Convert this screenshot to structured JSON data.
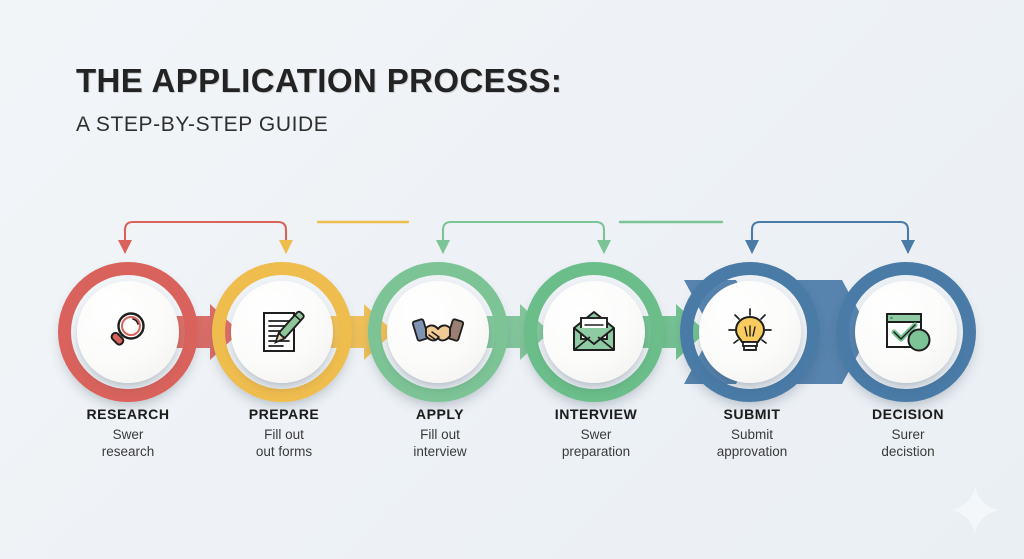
{
  "header": {
    "title": "THE APPLICATION PROCESS:",
    "subtitle": "A STEP-BY-STEP GUIDE"
  },
  "colors": {
    "background_start": "#f2f5f8",
    "background_end": "#eaeff4",
    "red": "#d9635c",
    "yellow": "#efbc4e",
    "green_light": "#7cc395",
    "green": "#6bbd8a",
    "blue": "#4a7ba7",
    "text_dark": "#1c1c1c",
    "text_body": "#3a3a3a"
  },
  "steps": [
    {
      "id": "research",
      "title": "RESEARCH",
      "desc_line1": "Swer",
      "desc_line2": "research",
      "icon": "magnifier-icon",
      "color": "#d9635c"
    },
    {
      "id": "prepare",
      "title": "PREPARE",
      "desc_line1": "Fill out",
      "desc_line2": "out forms",
      "icon": "document-pen-icon",
      "color": "#efbc4e"
    },
    {
      "id": "apply",
      "title": "APPLY",
      "desc_line1": "Fill out",
      "desc_line2": "interview",
      "icon": "handshake-icon",
      "color": "#7cc395"
    },
    {
      "id": "interview",
      "title": "INTERVIEW",
      "desc_line1": "Swer",
      "desc_line2": "preparation",
      "icon": "envelope-icon",
      "color": "#6bbd8a"
    },
    {
      "id": "submit",
      "title": "SUBMIT",
      "desc_line1": "Submit",
      "desc_line2": "approvation",
      "icon": "lightbulb-icon",
      "color": "#4a7ba7"
    },
    {
      "id": "decision",
      "title": "DECISION",
      "desc_line1": "Surer",
      "desc_line2": "decistion",
      "icon": "checkmark-window-icon",
      "color": "#4a7ba7"
    }
  ],
  "connectors": [
    {
      "id": "research-to-prepare",
      "type": "bracket",
      "left_color": "#d9635c",
      "right_color": "#efbc4e"
    },
    {
      "id": "prepare-segment",
      "type": "line",
      "color": "#efbc4e"
    },
    {
      "id": "apply-to-interview",
      "type": "bracket",
      "left_color": "#7cc395",
      "right_color": "#7cc395"
    },
    {
      "id": "interview-segment",
      "type": "line",
      "color": "#7cc395"
    },
    {
      "id": "submit-to-decision",
      "type": "bracket",
      "left_color": "#4a7ba7",
      "right_color": "#4a7ba7"
    }
  ],
  "arrows": [
    {
      "id": "arrow-research-prepare",
      "color": "#d9635c"
    },
    {
      "id": "arrow-prepare-apply",
      "color": "#efbc4e"
    },
    {
      "id": "arrow-apply-interview",
      "color": "#7cc395"
    },
    {
      "id": "arrow-interview-submit",
      "color": "#6bbd8a"
    },
    {
      "id": "arrow-submit-decision",
      "color": "#4a7ba7"
    }
  ],
  "watermark": {
    "icon": "sparkle-icon"
  }
}
